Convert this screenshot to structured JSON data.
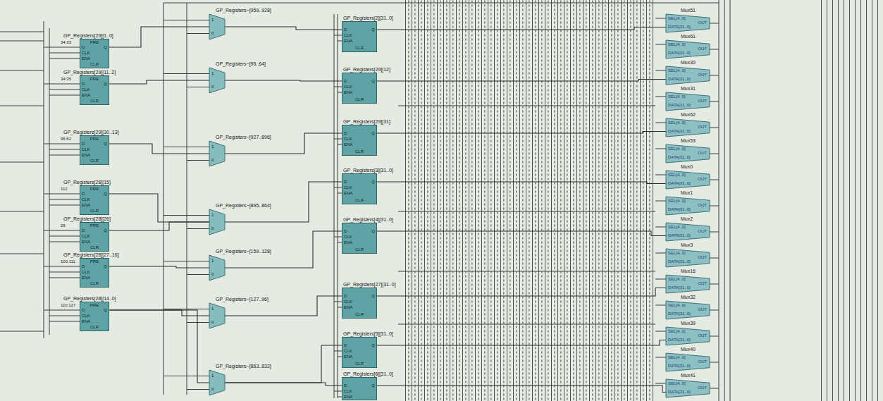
{
  "diagram": {
    "nodes": [
      {
        "text": [
          "GP_Registers[29][1..0]",
          "PRE",
          "D",
          "CLK",
          "ENA",
          "CLR",
          "Q"
        ]
      },
      {
        "text": [
          "GP_Registers[29][11..2]",
          "PRE",
          "D",
          "CLK",
          "ENA",
          "CLR",
          "Q"
        ]
      },
      {
        "text": [
          "GP_Registers[29][30..13]",
          "PRE",
          "D",
          "CLK",
          "ENA",
          "CLR",
          "Q"
        ]
      },
      {
        "text": [
          "GP_Registers[28][15]",
          "PRE",
          "D",
          "CLK",
          "ENA",
          "CLR",
          "Q"
        ]
      },
      {
        "text": [
          "GP_Registers[28][26]",
          "PRE",
          "D",
          "CLK",
          "ENA",
          "CLR",
          "Q"
        ]
      },
      {
        "text": [
          "GP_Registers[28][27..16]",
          "PRE",
          "D",
          "CLK",
          "ENA",
          "CLR",
          "Q"
        ]
      },
      {
        "text": [
          "GP_Registers[28][14..0]",
          "PRE",
          "D",
          "CLK",
          "ENA",
          "CLR",
          "Q"
        ]
      },
      {
        "text": [
          "GP_Registers~[959..928]",
          "1",
          "0"
        ]
      },
      {
        "text": [
          "GP_Registers~[95..64]",
          "1",
          "0"
        ]
      },
      {
        "text": [
          "GP_Registers~[927..896]",
          "1",
          "0"
        ]
      },
      {
        "text": [
          "GP_Registers~[895..864]",
          "1",
          "0"
        ]
      },
      {
        "text": [
          "GP_Registers~[159..128]",
          "1",
          "0"
        ]
      },
      {
        "text": [
          "GP_Registers~[127..96]",
          "1",
          "0"
        ]
      },
      {
        "text": [
          "GP_Registers~[863..832]",
          "1",
          "0"
        ]
      },
      {
        "text": [
          "GP_Registers[2][31..0]",
          "D",
          "CLK",
          "ENA",
          "CLR",
          "Q"
        ]
      },
      {
        "text": [
          "GP_Registers[29][12]",
          "D",
          "CLK",
          "ENA",
          "CLR",
          "Q"
        ]
      },
      {
        "text": [
          "GP_Registers[29][31]",
          "D",
          "CLK",
          "ENA",
          "CLR",
          "Q"
        ]
      },
      {
        "text": [
          "GP_Registers[3][31..0]",
          "D",
          "CLK",
          "ENA",
          "CLR",
          "Q"
        ]
      },
      {
        "text": [
          "GP_Registers[4][31..0]",
          "D",
          "CLK",
          "ENA",
          "CLR",
          "Q"
        ]
      },
      {
        "text": [
          "GP_Registers[27][31..0]",
          "D",
          "CLK",
          "ENA",
          "CLR",
          "Q"
        ]
      },
      {
        "text": [
          "GP_Registers[5][31..0]",
          "D",
          "CLK",
          "ENA",
          "CLR",
          "Q"
        ]
      },
      {
        "text": [
          "GP_Registers[6][31..0]",
          "D",
          "CLK",
          "ENA",
          "Q"
        ]
      },
      {
        "text": [
          "Mux51",
          "SEL[4..0]",
          "DATA[31..0]",
          "OUT"
        ]
      },
      {
        "text": [
          "Mux61",
          "SEL[4..0]",
          "DATA[31..0]",
          "OUT"
        ]
      },
      {
        "text": [
          "Mux30",
          "SEL[4..0]",
          "DATA[31..0]",
          "OUT"
        ]
      },
      {
        "text": [
          "Mux31",
          "SEL[4..0]",
          "DATA[31..0]",
          "OUT"
        ]
      },
      {
        "text": [
          "Mux62",
          "SEL[4..0]",
          "DATA[31..0]",
          "OUT"
        ]
      },
      {
        "text": [
          "Mux53",
          "SEL[4..0]",
          "DATA[31..0]",
          "OUT"
        ]
      },
      {
        "text": [
          "Mux0",
          "SEL[4..0]",
          "DATA[31..0]",
          "OUT"
        ]
      },
      {
        "text": [
          "Mux1",
          "SEL[4..0]",
          "DATA[31..0]",
          "OUT"
        ]
      },
      {
        "text": [
          "Mux2",
          "SEL[4..0]",
          "DATA[31..0]",
          "OUT"
        ]
      },
      {
        "text": [
          "Mux3",
          "SEL[4..0]",
          "DATA[31..0]",
          "OUT"
        ]
      },
      {
        "text": [
          "Mux16",
          "SEL[4..0]",
          "DATA[31..0]",
          "OUT"
        ]
      },
      {
        "text": [
          "Mux32",
          "SEL[4..0]",
          "DATA[31..0]",
          "OUT"
        ]
      },
      {
        "text": [
          "Mux39",
          "SEL[4..0]",
          "DATA[31..0]",
          "OUT"
        ]
      },
      {
        "text": [
          "Mux40",
          "SEL[4..0]",
          "DATA[31..0]",
          "OUT"
        ]
      },
      {
        "text": [
          "Mux41",
          "SEL[4..0]",
          "DATA[31..0]",
          "OUT"
        ]
      }
    ],
    "edges": [
      {
        "from": 0,
        "to": 7,
        "arrow": "none"
      },
      {
        "from": 1,
        "to": 8,
        "arrow": "none"
      },
      {
        "from": 2,
        "to": 9,
        "arrow": "none"
      },
      {
        "from": 3,
        "to": 10,
        "arrow": "none"
      },
      {
        "from": 4,
        "to": 10,
        "arrow": "none"
      },
      {
        "from": 5,
        "to": 11,
        "arrow": "none"
      },
      {
        "from": 6,
        "to": 12,
        "arrow": "none"
      },
      {
        "from": 6,
        "to": 13,
        "arrow": "none"
      },
      {
        "from": 7,
        "to": 14,
        "arrow": "none"
      },
      {
        "from": 8,
        "to": 15,
        "arrow": "none"
      },
      {
        "from": 9,
        "to": 16,
        "arrow": "none"
      },
      {
        "from": 10,
        "to": 17,
        "arrow": "none"
      },
      {
        "from": 11,
        "to": 18,
        "arrow": "none"
      },
      {
        "from": 12,
        "to": 19,
        "arrow": "none"
      },
      {
        "from": 13,
        "to": 20,
        "arrow": "none"
      },
      {
        "from": 13,
        "to": 21,
        "arrow": "none"
      },
      {
        "from": 14,
        "to": 22,
        "arrow": "none"
      },
      {
        "from": 15,
        "to": 24,
        "arrow": "none"
      },
      {
        "from": 16,
        "to": 26,
        "arrow": "none"
      },
      {
        "from": 17,
        "to": 28,
        "arrow": "none"
      },
      {
        "from": 18,
        "to": 30,
        "arrow": "none"
      },
      {
        "from": 19,
        "to": 32,
        "arrow": "none"
      },
      {
        "from": 20,
        "to": 34,
        "arrow": "none"
      },
      {
        "from": 21,
        "to": 36,
        "arrow": "none"
      }
    ],
    "labels": [
      "34:33",
      "34:35",
      "95:62",
      "112",
      "29",
      "100:111",
      "110:127"
    ]
  }
}
